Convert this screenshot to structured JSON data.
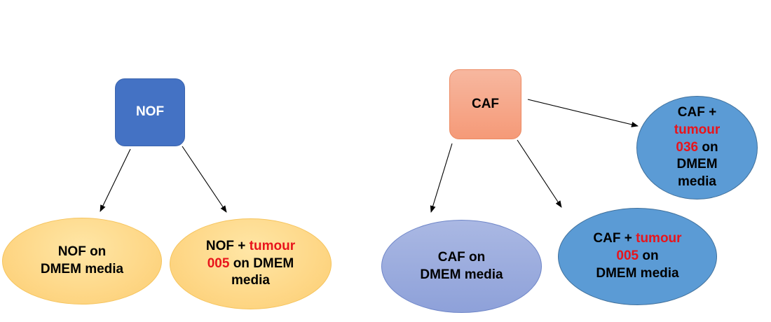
{
  "nodes": {
    "nof": {
      "label": "NOF"
    },
    "caf": {
      "label": "CAF"
    },
    "nof_dmem": {
      "line1": "NOF on",
      "line2": "DMEM media"
    },
    "nof_tumour_005": {
      "prefix": "NOF + ",
      "highlight": "tumour",
      "highlight2": "005",
      "suffix": " on DMEM",
      "line3": "media"
    },
    "caf_dmem": {
      "line1": "CAF on",
      "line2": "DMEM media"
    },
    "caf_tumour_005": {
      "prefix": "CAF + ",
      "highlight": "tumour",
      "highlight2": "005",
      "suffix": " on",
      "line3": "DMEM media"
    },
    "caf_tumour_036": {
      "line1": "CAF +",
      "highlight": "tumour",
      "highlight2": "036",
      "suffix": " on",
      "line4": "DMEM",
      "line5": "media"
    }
  },
  "colors": {
    "nof_box": "#4472c4",
    "caf_box": "#f59a78",
    "nof_children": "#fdd27c",
    "caf_dmem": "#8ea1d9",
    "caf_tumour": "#5b9bd5",
    "highlight_text": "#e8141b"
  }
}
